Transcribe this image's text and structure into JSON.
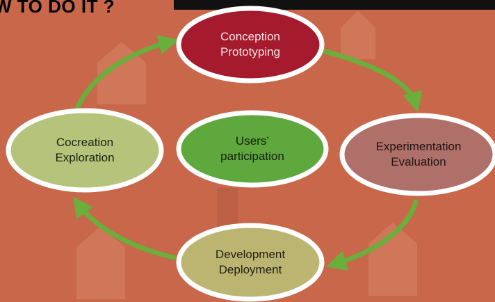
{
  "header": {
    "title": "W TO DO IT ?"
  },
  "diagram": {
    "nodes": [
      {
        "id": "conception",
        "lines": [
          "Conception",
          "Prototyping"
        ],
        "fill": "#a51a2d",
        "text_color": "#f5e6e6"
      },
      {
        "id": "experimentation",
        "lines": [
          "Experimentation",
          "Evaluation"
        ],
        "fill": "#b0706a",
        "text_color": "#1e1412"
      },
      {
        "id": "development",
        "lines": [
          "Development",
          "Deployment"
        ],
        "fill": "#bcb572",
        "text_color": "#1e1e12"
      },
      {
        "id": "cocreation",
        "lines": [
          "Cocreation",
          "Exploration"
        ],
        "fill": "#b5c47a",
        "text_color": "#1a2012"
      },
      {
        "id": "users",
        "lines": [
          "Users’",
          "participation"
        ],
        "fill": "#5fa83e",
        "text_color": "#142010"
      }
    ],
    "cycle_order": [
      "conception",
      "experimentation",
      "development",
      "cocreation"
    ],
    "node_border_color": "#ffffff",
    "arrow_color": "#6aae3c"
  }
}
